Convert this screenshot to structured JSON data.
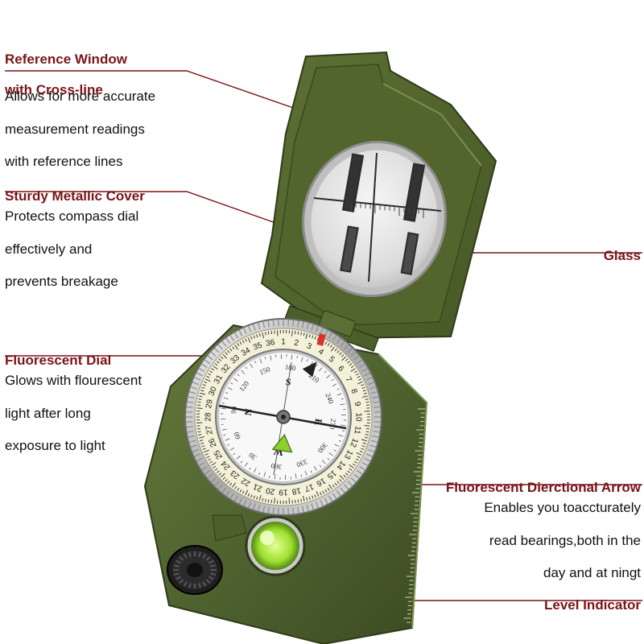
{
  "callouts": [
    {
      "id": "reference-window",
      "title_lines": [
        "Reference Window",
        "with Cross-line"
      ],
      "description_lines": [
        "Allows for more accurate",
        "measurement readings",
        "with reference lines"
      ]
    },
    {
      "id": "sturdy-cover",
      "title_lines": [
        "Sturdy Metallic Cover"
      ],
      "description_lines": [
        "Protects compass dial",
        "effectively and",
        "prevents breakage"
      ]
    },
    {
      "id": "glass",
      "title_lines": [
        "Glass"
      ],
      "description_lines": []
    },
    {
      "id": "fluorescent-dial",
      "title_lines": [
        "Fluorescent Dial"
      ],
      "description_lines": [
        "Glows with flourescent",
        "light after long",
        "exposure to light"
      ]
    },
    {
      "id": "directional-arrow",
      "title_lines": [
        "Fluorescent Dierctional Arrow"
      ],
      "description_lines": [
        "Enables you toaccturately",
        "read bearings,both in the",
        "day and at ningt"
      ]
    },
    {
      "id": "level-indicator",
      "title_lines": [
        "Level Indicator"
      ],
      "description_lines": []
    }
  ],
  "compass": {
    "outer_ring_numbers": [
      "33",
      "34",
      "35",
      "36",
      "1",
      "2",
      "3",
      "4",
      "5",
      "6",
      "7",
      "8",
      "9",
      "10",
      "11",
      "12",
      "13",
      "14",
      "15",
      "16",
      "17",
      "18",
      "19",
      "20",
      "21",
      "22",
      "23",
      "24",
      "25",
      "26",
      "27",
      "28",
      "29",
      "30",
      "31",
      "32"
    ],
    "inner_degrees": [
      "180",
      "210",
      "240",
      "270",
      "300",
      "330",
      "360",
      "30",
      "60",
      "90",
      "120",
      "150"
    ],
    "cardinals": [
      "S",
      "E",
      "W",
      "N"
    ]
  },
  "colors": {
    "title": "#7a1418",
    "text": "#111111",
    "leader_line": "#7a1418",
    "body": "#4a5e2a",
    "dial": "#f3f1d8",
    "arrow": "#8bd12a"
  }
}
